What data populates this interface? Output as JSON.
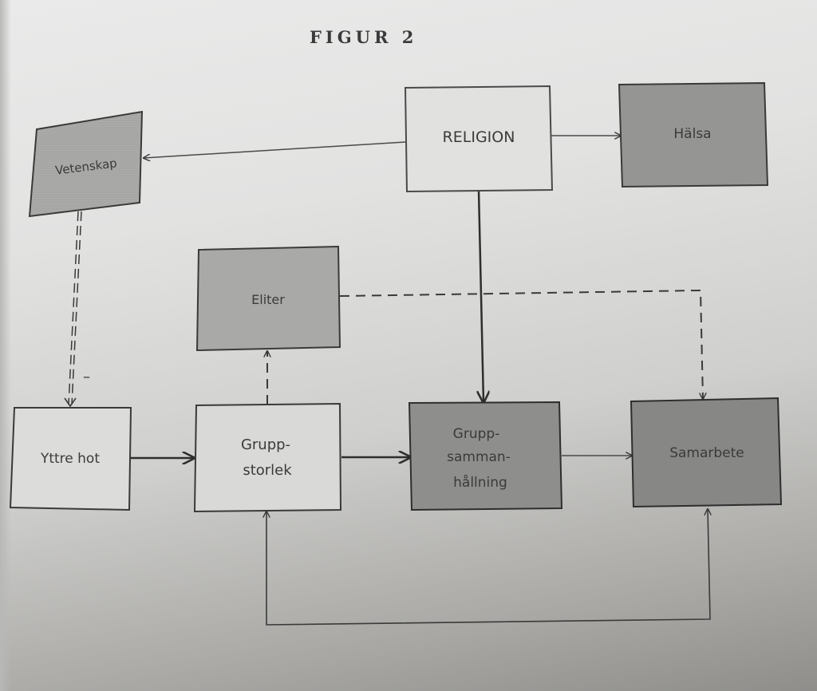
{
  "figure": {
    "title": "FIGUR 2"
  },
  "nodes": {
    "religion": {
      "label": "RELIGION",
      "shade": "light"
    },
    "halsa": {
      "label": "Hälsa",
      "shade": "dark"
    },
    "vetenskap": {
      "label": "Vetenskap",
      "shade": "medium"
    },
    "eliter": {
      "label": "Eliter",
      "shade": "medium"
    },
    "yttre_hot": {
      "label": "Yttre hot",
      "shade": "light"
    },
    "grupp_storlek": {
      "lines": [
        "Grupp-",
        "storlek"
      ],
      "shade": "light"
    },
    "grupp_sammanhallning": {
      "lines": [
        "Grupp-",
        "samman-",
        "hållning"
      ],
      "shade": "dark"
    },
    "samarbete": {
      "label": "Samarbete",
      "shade": "dark"
    }
  },
  "edges": [
    {
      "from": "RELIGION",
      "to": "Vetenskap",
      "style": "solid-thin"
    },
    {
      "from": "RELIGION",
      "to": "Hälsa",
      "style": "solid-thin"
    },
    {
      "from": "RELIGION",
      "to": "Grupp-sammanhållning",
      "style": "solid-thick"
    },
    {
      "from": "Vetenskap",
      "to": "Yttre hot",
      "style": "double-dashed",
      "sign": "–"
    },
    {
      "from": "Yttre hot",
      "to": "Grupp-storlek",
      "style": "solid-thick"
    },
    {
      "from": "Grupp-storlek",
      "to": "Eliter",
      "style": "dashed"
    },
    {
      "from": "Eliter",
      "to": "Samarbete",
      "style": "dashed"
    },
    {
      "from": "Grupp-storlek",
      "to": "Grupp-sammanhållning",
      "style": "solid-thick"
    },
    {
      "from": "Grupp-sammanhållning",
      "to": "Samarbete",
      "style": "solid-thin"
    },
    {
      "from": "Samarbete",
      "to": "Grupp-storlek",
      "style": "solid-thin",
      "bidirectional": true
    }
  ],
  "annotations": {
    "minus_sign": "–"
  },
  "colors": {
    "light": "#dededc",
    "medium": "#a9a9a7",
    "dark": "#8d8d8b",
    "stroke": "#3a3a3a"
  }
}
